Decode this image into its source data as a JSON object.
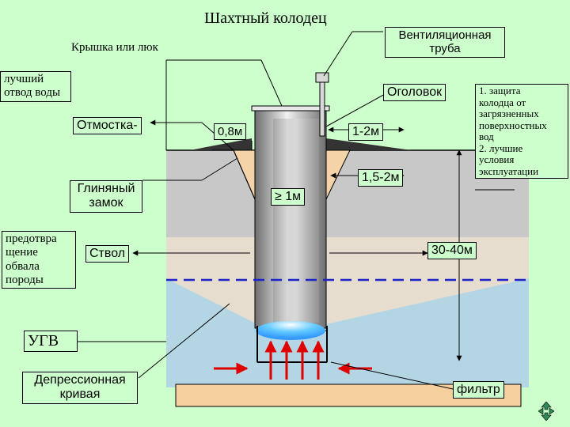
{
  "title": "Шахтный колодец",
  "labels": {
    "cover": "Крышка или люк",
    "vent_pipe": "Вентиляционная\nтруба",
    "best_drain": "лучший\nотвод воды",
    "head": "Оголовок",
    "head_purpose": "1. защита\nколодца от\nзагрязненных\nповерхностных\nвод\n2. лучшие\nусловия\nэксплуатации",
    "blind_area": "Отмостка-",
    "dim_08": "0,8м",
    "dim_1_2": "1-2м",
    "clay_lock": "Глиняный\nзамок",
    "dim_15_2": "1,5-2м",
    "dim_ge1": "≥ 1м",
    "prevent_collapse": "предотвра\nщение\nобвала\nпороды",
    "shaft": "Ствол",
    "dim_30_40": "30-40м",
    "gwl": "УГВ",
    "depression_curve": "Депрессионная\nкривая",
    "filter": "фильтр"
  },
  "colors": {
    "background": "#ccffcc",
    "soil_top": "#c8c8c8",
    "sand": "#e6ddcf",
    "water": "#b4d6e4",
    "clay": "#f4d3a8",
    "bottom_layer": "#f6cf9f",
    "shaft": "#a9a9a9",
    "water_level_line": "#1a24c8",
    "arrow_red": "#e00000"
  },
  "icons": {
    "nav": "navigation-arrows-icon"
  }
}
